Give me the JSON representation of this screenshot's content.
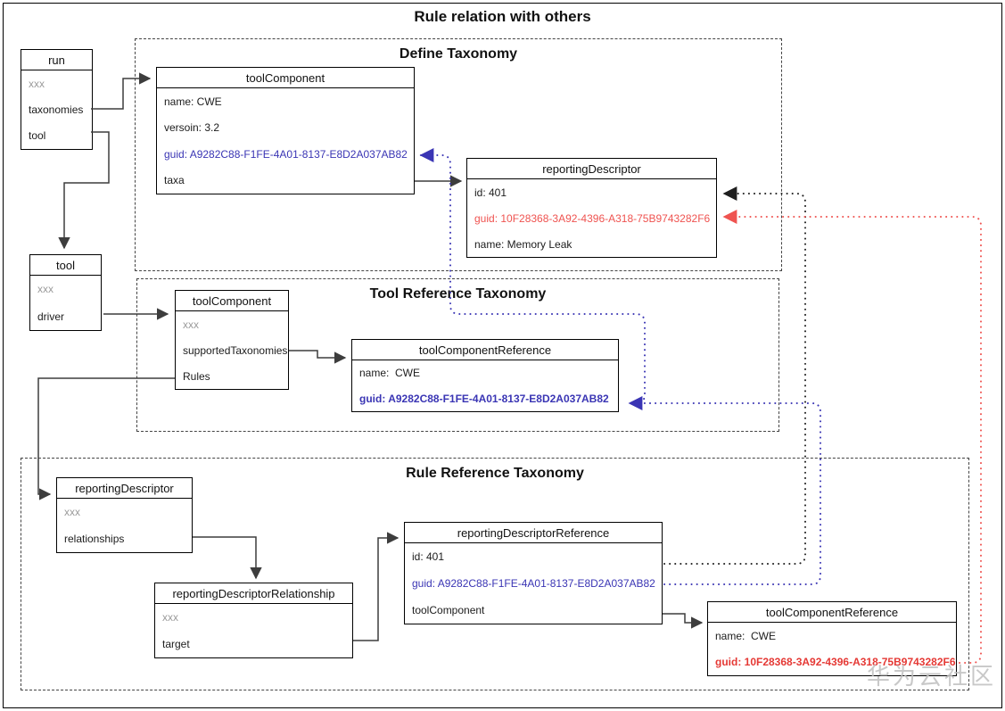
{
  "title": "Rule relation with others",
  "watermark": "华为云社区",
  "sections": {
    "define": {
      "title": "Define Taxonomy"
    },
    "toolRef": {
      "title": "Tool Reference Taxonomy"
    },
    "ruleRef": {
      "title": "Rule Reference Taxonomy"
    }
  },
  "boxes": {
    "run": {
      "title": "run",
      "fields": [
        "xxx",
        "taxonomies",
        "tool"
      ]
    },
    "toolComponentDefine": {
      "title": "toolComponent",
      "fields": [
        "name: CWE",
        "versoin: 3.2",
        "guid: A9282C88-F1FE-4A01-8137-E8D2A037AB82",
        "taxa"
      ]
    },
    "reportingDescriptorDefine": {
      "title": "reportingDescriptor",
      "fields": [
        "id: 401",
        "guid: 10F28368-3A92-4396-A318-75B9743282F6",
        "name: Memory Leak"
      ]
    },
    "tool": {
      "title": "tool",
      "fields": [
        "xxx",
        "driver"
      ]
    },
    "toolComponentToolRef": {
      "title": "toolComponent",
      "fields": [
        "xxx",
        "supportedTaxonomies",
        "Rules"
      ]
    },
    "toolComponentReferenceToolRef": {
      "title": "toolComponentReference",
      "fields": [
        "name:  CWE",
        "guid: A9282C88-F1FE-4A01-8137-E8D2A037AB82"
      ]
    },
    "reportingDescriptorRuleRef": {
      "title": "reportingDescriptor",
      "fields": [
        "xxx",
        "relationships"
      ]
    },
    "reportingDescriptorRelationship": {
      "title": "reportingDescriptorRelationship",
      "fields": [
        "xxx",
        "target"
      ]
    },
    "reportingDescriptorReference": {
      "title": "reportingDescriptorReference",
      "fields": [
        "id: 401",
        "guid: A9282C88-F1FE-4A01-8137-E8D2A037AB82",
        "toolComponent"
      ]
    },
    "toolComponentReferenceRuleRef": {
      "title": "toolComponentReference",
      "fields": [
        "name:  CWE",
        "guid: 10F28368-3A92-4396-A318-75B9743282F6"
      ]
    }
  },
  "colors": {
    "guid_blue": "#3a35b4",
    "guid_red": "#ef5350",
    "guid_red_bold": "#e53935",
    "line_black": "#1f1f1f",
    "arrow_gray": "#3d3d3d",
    "muted_text": "#9b9b9b",
    "watermark_gray": "#bfbfbf"
  }
}
